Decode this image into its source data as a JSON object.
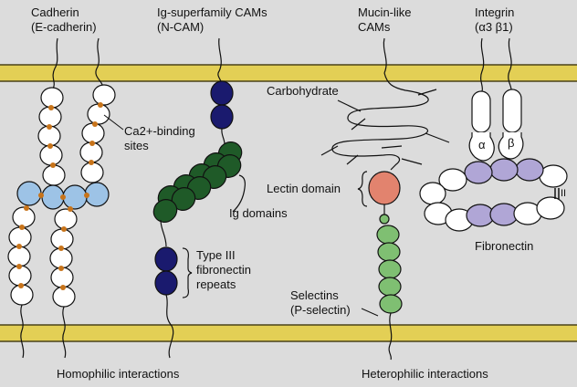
{
  "headers": {
    "cadherin": [
      "Cadherin",
      "(E-cadherin)"
    ],
    "ig_cams": [
      "Ig-superfamily CAMs",
      "(N-CAM)"
    ],
    "mucin": [
      "Mucin-like",
      "CAMs"
    ],
    "integrin": [
      "Integrin",
      "(α3 β1)"
    ]
  },
  "labels": {
    "carbohydrate": "Carbohydrate",
    "ca_sites": [
      "Ca2+-binding",
      "sites"
    ],
    "lectin_domain": "Lectin domain",
    "ig_domains": "Ig domains",
    "type3": [
      "Type III",
      "fibronectin",
      "repeats"
    ],
    "selectins": [
      "Selectins",
      "(P-selectin)"
    ],
    "alpha": "α",
    "beta": "β",
    "fibronectin": "Fibronectin",
    "ii_mark": "II"
  },
  "footer": {
    "homophilic": "Homophilic interactions",
    "heterophilic": "Heterophilic interactions"
  },
  "colors": {
    "background": "#dcdcdc",
    "membrane": "#e3cf55",
    "membrane_line": "#4a4218",
    "calcium_site": "#c8741a",
    "cadherin_blue": "#9dc3e6",
    "ig_dark_blue": "#1a1a6e",
    "ig_dark_green": "#1f5a28",
    "lectin": "#e2836e",
    "selectin_green": "#7fbf72",
    "fibronectin_purple": "#b0a6d6"
  }
}
